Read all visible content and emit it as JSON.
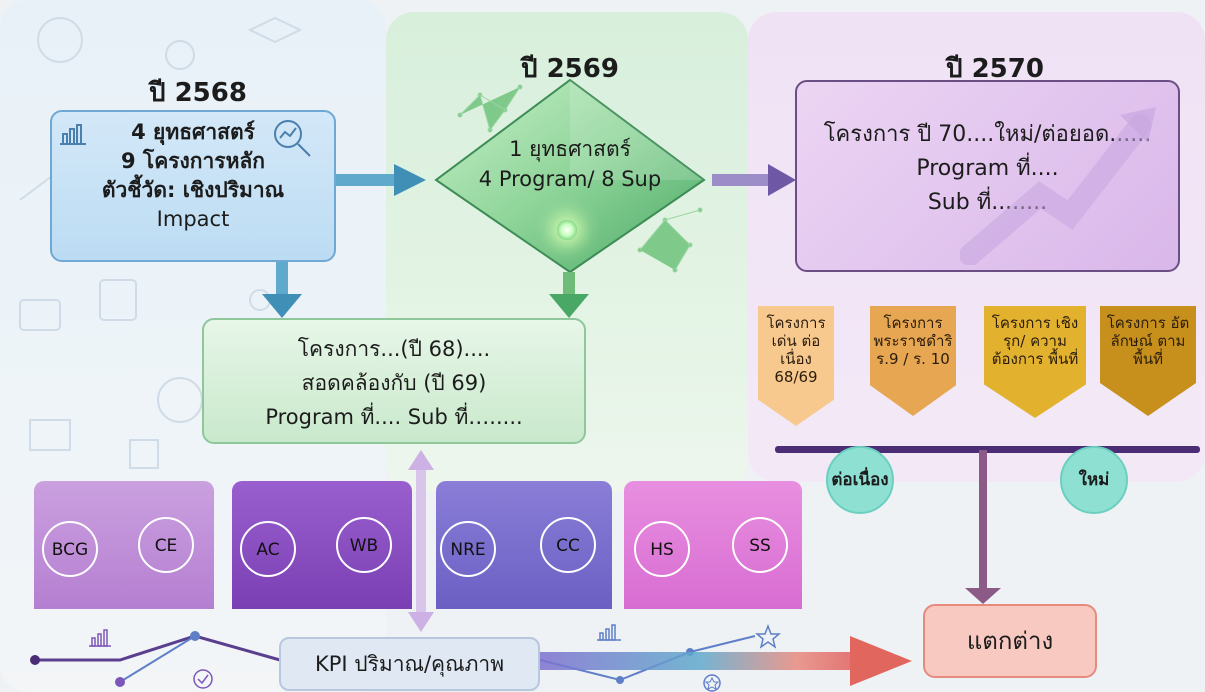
{
  "years": {
    "y2568": "ปี 2568",
    "y2569": "ปี 2569",
    "y2570": "ปี 2570"
  },
  "box2568": {
    "line1": "4 ยุทธศาสตร์",
    "line2": "9 โครงการหลัก",
    "line3": "ตัวชี้วัด: เชิงปริมาณ",
    "line4": "Impact"
  },
  "diamond2569": {
    "line1": "1 ยุทธศาสตร์",
    "line2": "4 Program/ 8 Sup"
  },
  "box2570": {
    "line1": "โครงการ ปี 70....ใหม่/ต่อยอด......",
    "line2": "Program ที่....",
    "line3": "Sub ที่........"
  },
  "mid_box": {
    "line1": "โครงการ...(ปี 68)....",
    "line2": "สอดคล้องกับ (ปี 69)",
    "line3": "Program ที่....  Sub ที่…....."
  },
  "tags": [
    {
      "text": "โครงการ เด่น ต่อเนื่อง 68/69",
      "color": "#f7c98e"
    },
    {
      "text": "โครงการ พระราชดำริ ร.9 / ร. 10",
      "color": "#e7a752"
    },
    {
      "text": "โครงการ เชิงรุก/ ความต้องการ พื้นที่",
      "color": "#e2b12e"
    },
    {
      "text": "โครงการ อัตลักษณ์ ตามพื้นที่",
      "color": "#c7901c"
    }
  ],
  "timeline_labels": {
    "continuing": "ต่อเนื่อง",
    "new": "ใหม่"
  },
  "result": "แตกต่าง",
  "cards": [
    {
      "left": "BCG",
      "right": "CE",
      "color": "#c79adb"
    },
    {
      "left": "AC",
      "right": "WB",
      "color": "#8d52c0"
    },
    {
      "left": "NRE",
      "right": "CC",
      "color": "#7d70cf"
    },
    {
      "left": "HS",
      "right": "SS",
      "color": "#e07fd7"
    }
  ],
  "kpi": "KPI ปริมาณ/คุณภาพ"
}
